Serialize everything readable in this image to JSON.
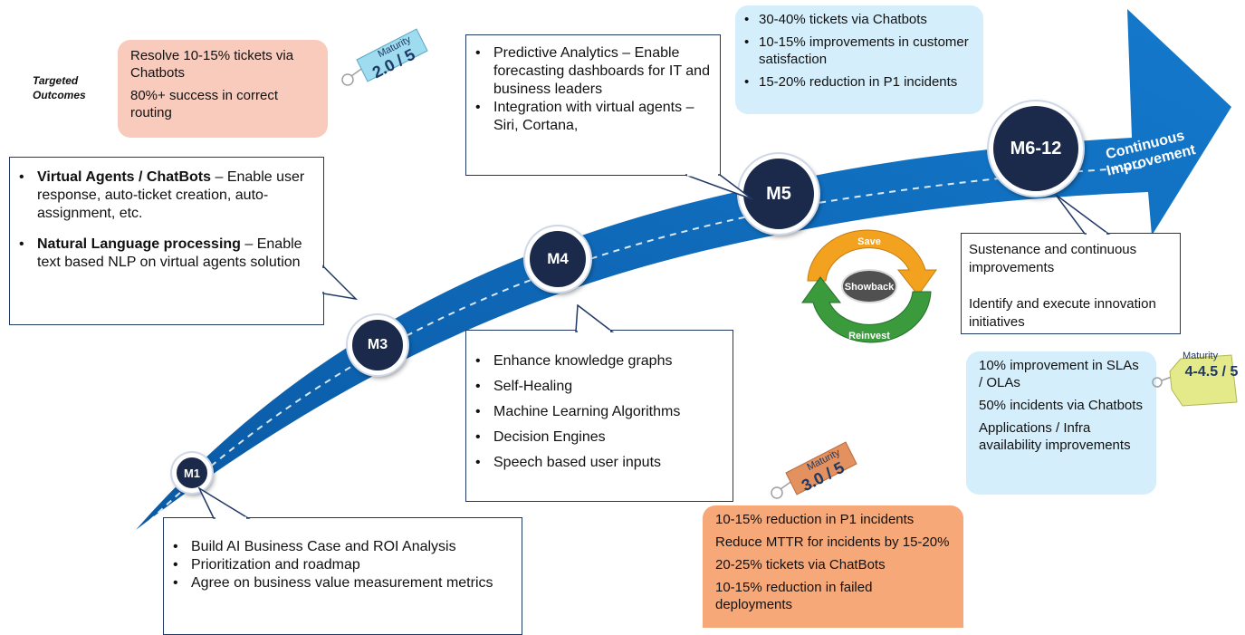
{
  "targeted_outcomes": "Targeted Outcomes",
  "arrow_label": "Continuous Improvement",
  "milestones": [
    "M1",
    "M3",
    "M4",
    "M5",
    "M6-12"
  ],
  "callouts": {
    "m1": [
      "Build AI Business Case and ROI Analysis",
      "Prioritization and roadmap",
      "Agree on business value measurement metrics"
    ],
    "m3": [
      {
        "bold": "Virtual Agents / ChatBots",
        "rest": " – Enable user response, auto-ticket creation, auto-assignment, etc."
      },
      {
        "bold": "Natural Language processing",
        "rest": " – Enable text based NLP on virtual agents solution"
      }
    ],
    "m4": [
      "Enhance knowledge graphs",
      "Self-Healing",
      "Machine Learning Algorithms",
      "Decision Engines",
      "Speech based user inputs"
    ],
    "m5": [
      "Predictive Analytics – Enable forecasting dashboards for IT and business leaders",
      "Integration with virtual agents – Siri, Cortana,"
    ],
    "m6": [
      "Sustenance and continuous improvements",
      "Identify and execute innovation initiatives"
    ]
  },
  "outcomes": {
    "m3": [
      "Resolve 10-15% tickets via Chatbots",
      "80%+ success in correct routing"
    ],
    "m5": [
      "30-40% tickets via Chatbots",
      "10-15% improvements in customer satisfaction",
      "15-20% reduction in P1 incidents"
    ],
    "m4": [
      "10-15% reduction in P1 incidents",
      "Reduce MTTR  for  incidents by 15-20%",
      "20-25% tickets via ChatBots",
      "10-15%  reduction in failed deployments"
    ],
    "m6": [
      "10% improvement in SLAs / OLAs",
      "50% incidents via Chatbots",
      "Applications / Infra availability improvements"
    ]
  },
  "maturity_tags": [
    {
      "label": "Maturity",
      "value": "2.0 / 5"
    },
    {
      "label": "Maturity",
      "value": "3.0 / 5"
    },
    {
      "label": "Maturity",
      "value": "4-4.5 / 5"
    }
  ],
  "cycle": {
    "top": "Save",
    "center": "Showback",
    "bottom": "Reinvest"
  },
  "colors": {
    "arrow": "#0e6fc1",
    "milestone": "#1b2a4a",
    "pink": "#f8cbbd",
    "blue": "#d5eefb",
    "orange": "#f7a878",
    "save": "#f2a21e",
    "reinvest": "#3a9a3c"
  }
}
